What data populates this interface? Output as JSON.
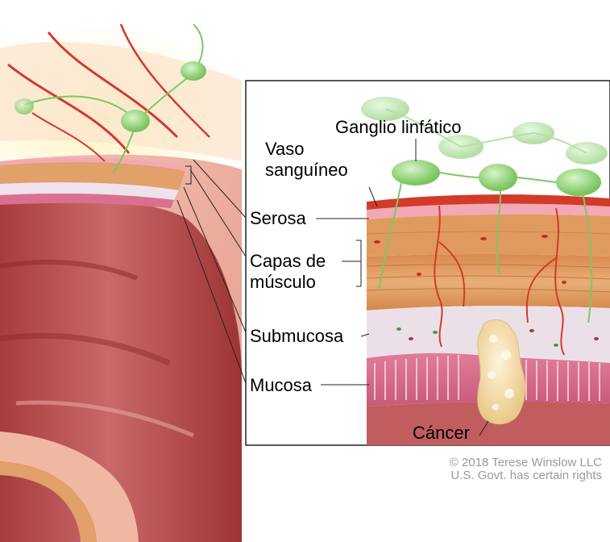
{
  "labels": {
    "lymph_node": "Ganglio linfático",
    "blood_vessel_line1": "Vaso",
    "blood_vessel_line2": "sanguíneo",
    "serosa": "Serosa",
    "muscle_line1": "Capas de",
    "muscle_line2": "músculo",
    "submucosa": "Submucosa",
    "mucosa": "Mucosa",
    "cancer": "Cáncer"
  },
  "copyright": {
    "line1": "© 2018 Terese Winslow LLC",
    "line2": "U.S. Govt. has certain rights"
  },
  "colors": {
    "serosa": "#f2a9b5",
    "muscle": "#e2a06a",
    "submucosa": "#ece0e8",
    "mucosa": "#d9708f",
    "lumen": "#b84a4a",
    "lymph": "#9fd98a",
    "vessel": "#d23a2a",
    "cancer": "#f2dcaa"
  }
}
